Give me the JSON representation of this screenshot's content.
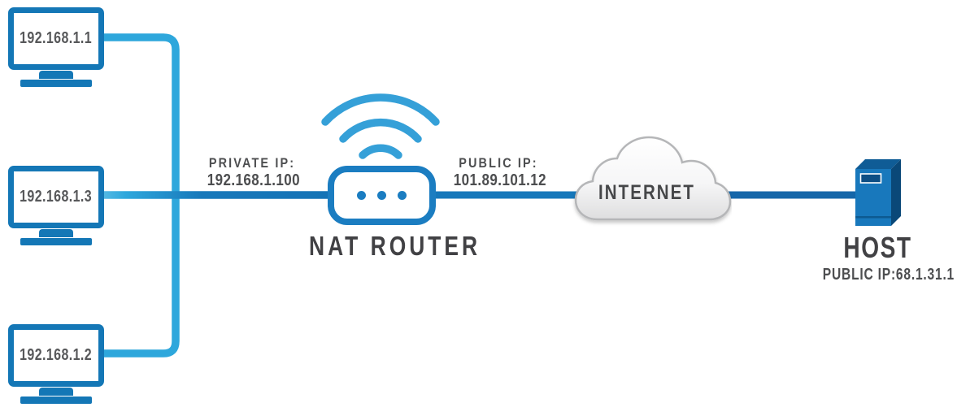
{
  "diagram": {
    "computers": [
      {
        "ip": "192.168.1.1"
      },
      {
        "ip": "192.168.1.3"
      },
      {
        "ip": "192.168.1.2"
      }
    ],
    "nat_router": {
      "label": "NAT ROUTER",
      "private_ip_label": "PRIVATE IP:",
      "private_ip": "192.168.1.100",
      "public_ip_label": "PUBLIC IP:",
      "public_ip": "101.89.101.12"
    },
    "internet": {
      "label": "INTERNET"
    },
    "host": {
      "label": "HOST",
      "public_ip": "PUBLIC IP:68.1.31.1"
    },
    "colors": {
      "monitor_blue": "#1477b6",
      "wire_cyan": "#2ea7dc",
      "wire_blue": "#1573b6",
      "wire_dark_blue": "#1566a9",
      "router_blue": "#1b7dc1",
      "wifi_blue": "#35a0d8",
      "server_front": "#1878bc",
      "server_side": "#0a4878",
      "server_top": "#0f5c96",
      "text_gray": "#4d4e50"
    }
  }
}
